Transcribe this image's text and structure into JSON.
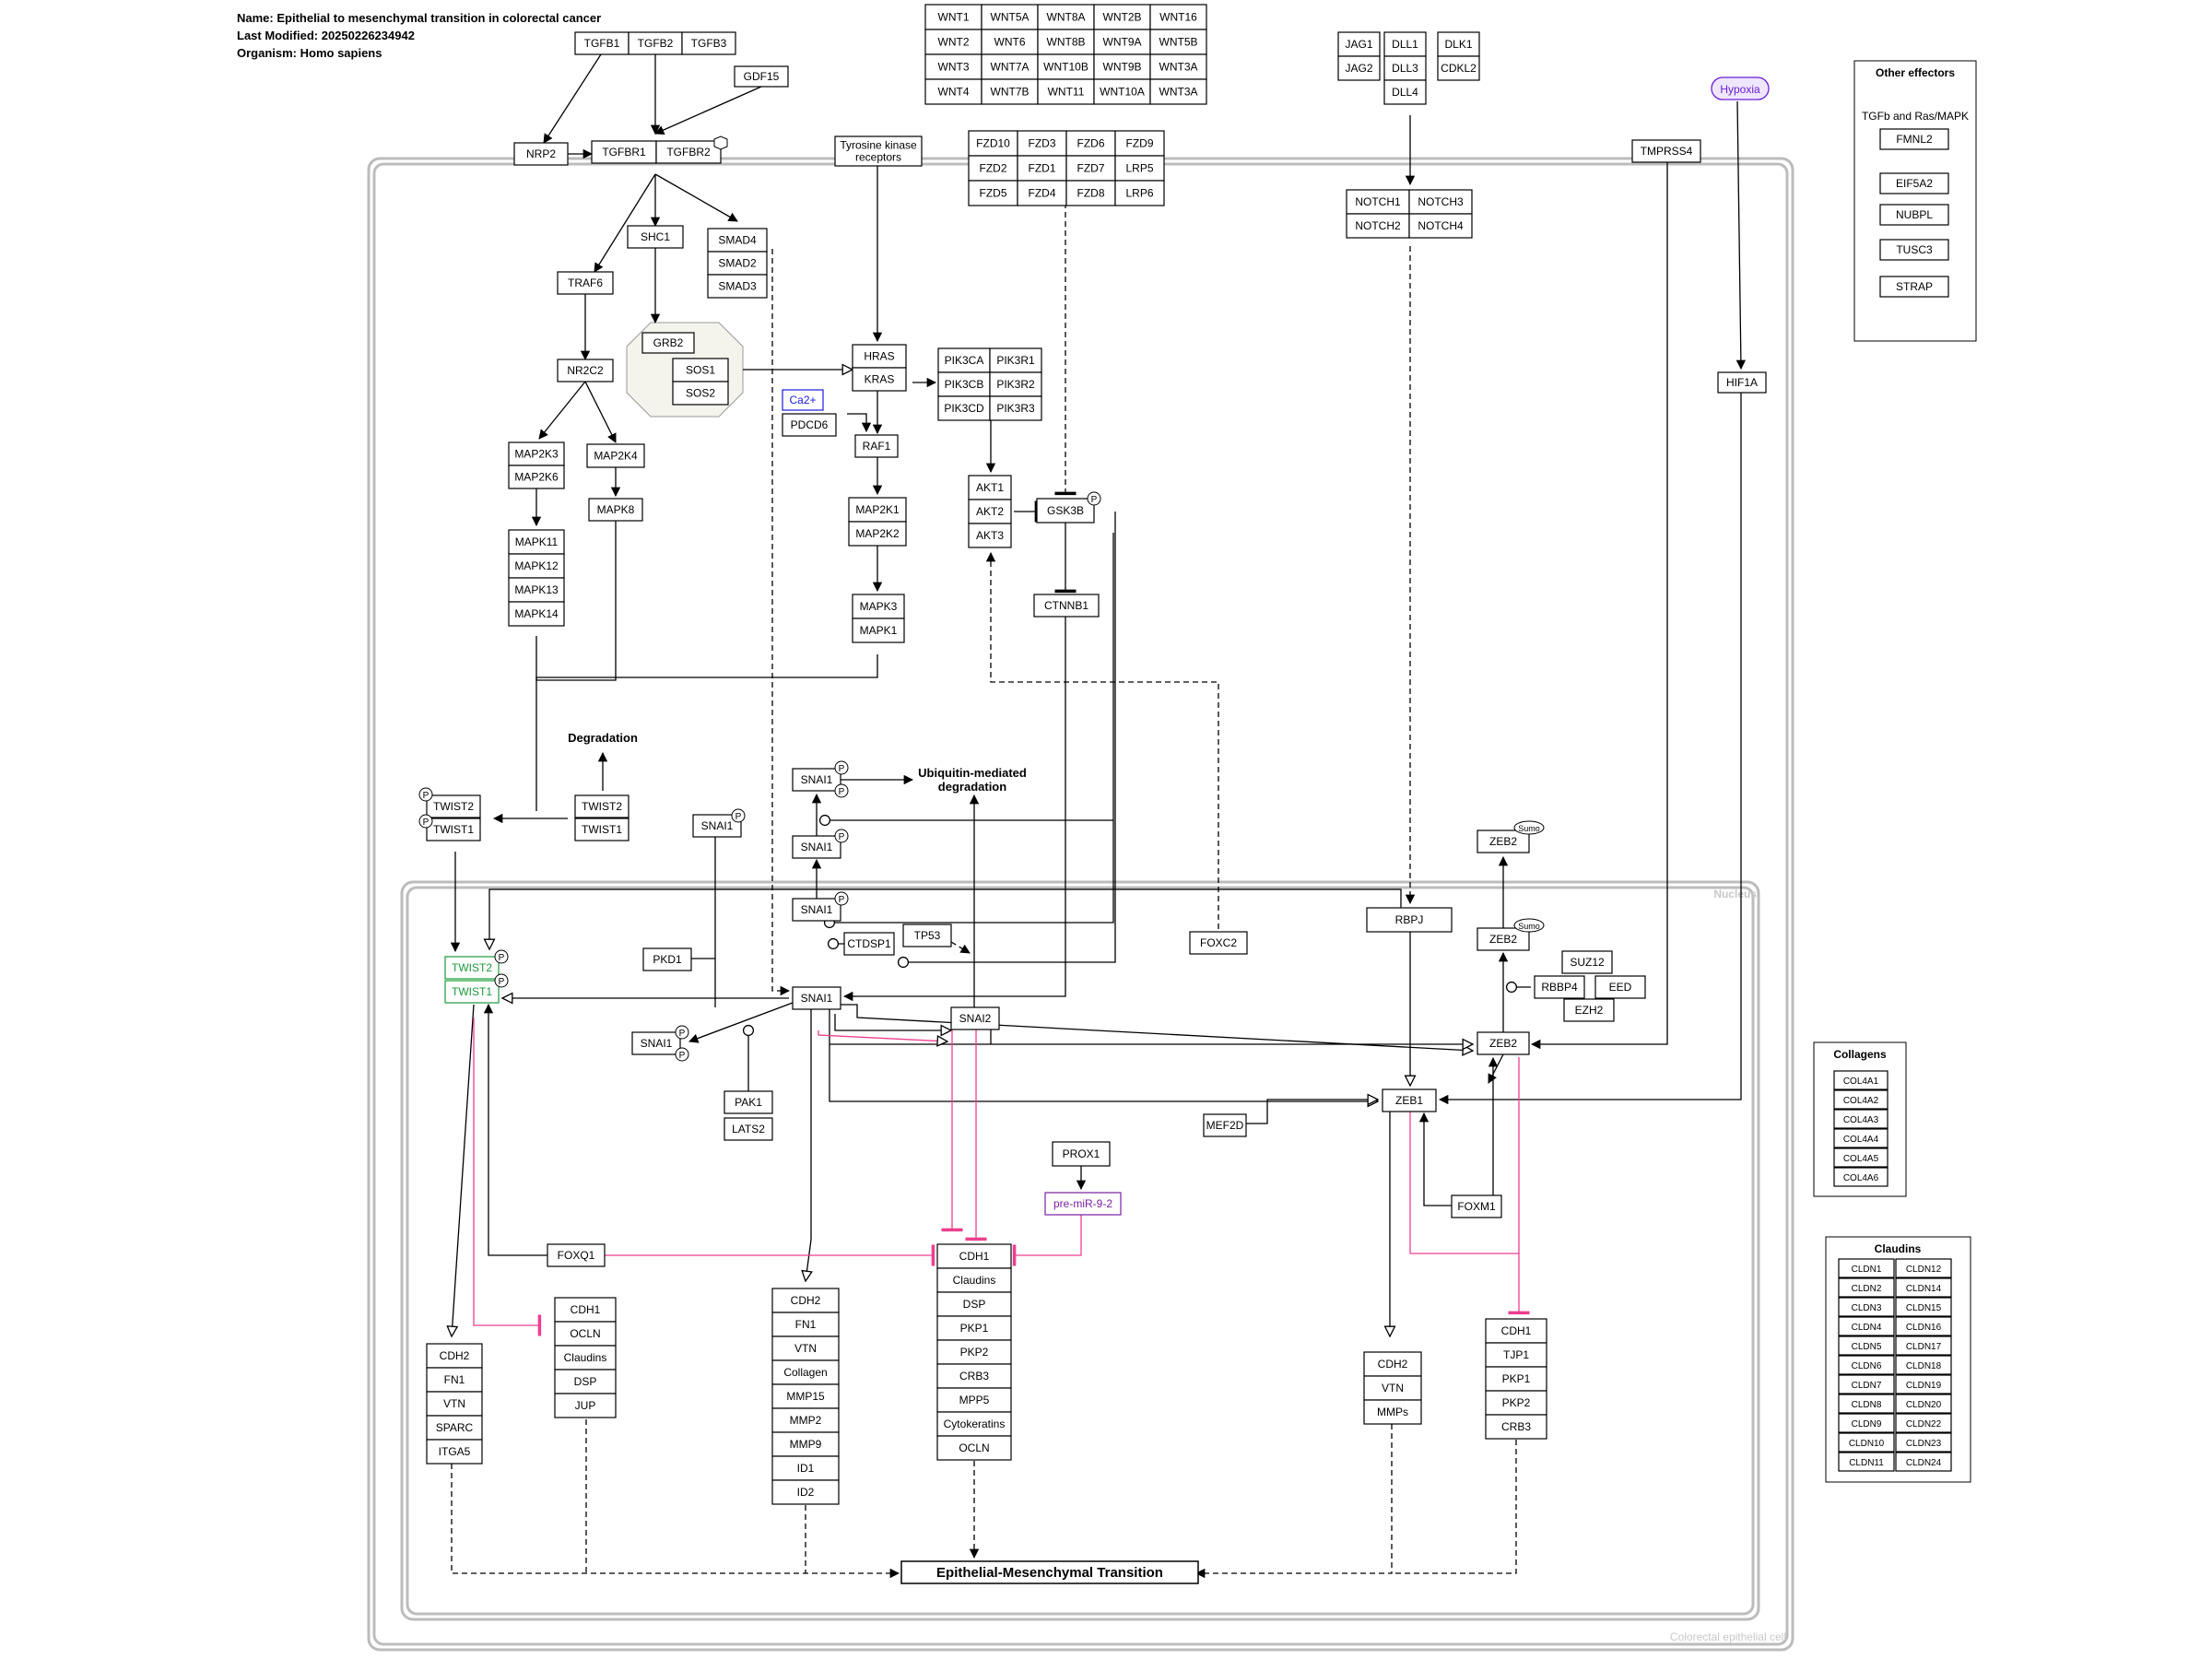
{
  "header": {
    "name": "Name: Epithelial to mesenchymal transition in colorectal cancer",
    "modified": "Last Modified: 20250226234942",
    "organism": "Organism: Homo sapiens"
  },
  "colors": {
    "line": "#000000",
    "inhibit_pink": "#ee3f8f",
    "hypoxia": "#6a1fd0",
    "twist_green": "#1a9a3a",
    "mirna": "#7a1fa2",
    "ca": "#1a1adc",
    "membrane": "#b8b8b8"
  },
  "compartments": {
    "cell_label": "Colorectal epithelial cell",
    "nucleus_label": "Nucleus"
  },
  "labels": {
    "degradation": "Degradation",
    "ubiquitin": "Ubiquitin-mediated\ndegradation",
    "emt": "Epithelial-Mesenchymal Transition",
    "other_effectors": "Other effectors",
    "tgfb_ras": "TGFb and Ras/MAPK",
    "collagens": "Collagens",
    "claudins": "Claudins",
    "hypoxia": "Hypoxia"
  },
  "genes": {
    "TGFB1": "TGFB1",
    "TGFB2": "TGFB2",
    "TGFB3": "TGFB3",
    "GDF15": "GDF15",
    "NRP2": "NRP2",
    "TGFBR1": "TGFBR1",
    "TGFBR2": "TGFBR2",
    "TKR": "Tyrosine kinase\nreceptors",
    "WNT1": "WNT1",
    "WNT5A": "WNT5A",
    "WNT8A": "WNT8A",
    "WNT2B": "WNT2B",
    "WNT16": "WNT16",
    "WNT2": "WNT2",
    "WNT6": "WNT6",
    "WNT8B": "WNT8B",
    "WNT9A": "WNT9A",
    "WNT5B": "WNT5B",
    "WNT3": "WNT3",
    "WNT7A": "WNT7A",
    "WNT10B": "WNT10B",
    "WNT9B": "WNT9B",
    "WNT3A": "WNT3A",
    "WNT4": "WNT4",
    "WNT7B": "WNT7B",
    "WNT11": "WNT11",
    "WNT10A": "WNT10A",
    "FZD10": "FZD10",
    "FZD3": "FZD3",
    "FZD6": "FZD6",
    "FZD9": "FZD9",
    "FZD2": "FZD2",
    "FZD1": "FZD1",
    "FZD7": "FZD7",
    "LRP5": "LRP5",
    "FZD5": "FZD5",
    "FZD4": "FZD4",
    "FZD8": "FZD8",
    "LRP6": "LRP6",
    "JAG1": "JAG1",
    "JAG2": "JAG2",
    "DLL1": "DLL1",
    "DLL3": "DLL3",
    "DLL4": "DLL4",
    "DLK1": "DLK1",
    "CDKL2": "CDKL2",
    "TMPRSS4": "TMPRSS4",
    "NOTCH1": "NOTCH1",
    "NOTCH3": "NOTCH3",
    "NOTCH2": "NOTCH2",
    "NOTCH4": "NOTCH4",
    "SHC1": "SHC1",
    "SMAD4": "SMAD4",
    "SMAD2": "SMAD2",
    "SMAD3": "SMAD3",
    "TRAF6": "TRAF6",
    "GRB2": "GRB2",
    "SOS1": "SOS1",
    "SOS2": "SOS2",
    "NR2C2": "NR2C2",
    "HRAS": "HRAS",
    "KRAS": "KRAS",
    "PIK3CA": "PIK3CA",
    "PIK3R1": "PIK3R1",
    "PIK3CB": "PIK3CB",
    "PIK3R2": "PIK3R2",
    "PIK3CD": "PIK3CD",
    "PIK3R3": "PIK3R3",
    "Ca2": "Ca2+",
    "PDCD6": "PDCD6",
    "RAF1": "RAF1",
    "MAP2K3": "MAP2K3",
    "MAP2K6": "MAP2K6",
    "MAP2K4": "MAP2K4",
    "MAPK8": "MAPK8",
    "MAP2K1": "MAP2K1",
    "MAP2K2": "MAP2K2",
    "AKT1": "AKT1",
    "AKT2": "AKT2",
    "AKT3": "AKT3",
    "GSK3B": "GSK3B",
    "CTNNB1": "CTNNB1",
    "MAPK11": "MAPK11",
    "MAPK12": "MAPK12",
    "MAPK13": "MAPK13",
    "MAPK14": "MAPK14",
    "MAPK3": "MAPK3",
    "MAPK1": "MAPK1",
    "HIF1A": "HIF1A",
    "TWIST2c": "TWIST2",
    "TWIST1c": "TWIST1",
    "TWIST2d": "TWIST2",
    "TWIST1d": "TWIST1",
    "SNAI1a": "SNAI1",
    "SNAI1b": "SNAI1",
    "SNAI1c": "SNAI1",
    "SNAI1d": "SNAI1",
    "SNAI1e": "SNAI1",
    "SNAI1f": "SNAI1",
    "ZEB2a": "ZEB2",
    "ZEB2b": "ZEB2",
    "ZEB2c": "ZEB2",
    "FOXC2": "FOXC2",
    "RBPJ": "RBPJ",
    "TP53": "TP53",
    "CTDSP1": "CTDSP1",
    "PKD1": "PKD1",
    "SUZ12": "SUZ12",
    "RBBP4": "RBBP4",
    "EED": "EED",
    "EZH2": "EZH2",
    "TWIST2n": "TWIST2",
    "TWIST1n": "TWIST1",
    "SNAI2": "SNAI2",
    "PAK1": "PAK1",
    "LATS2": "LATS2",
    "MEF2D": "MEF2D",
    "ZEB1": "ZEB1",
    "PROX1": "PROX1",
    "mir": "pre-miR-9-2",
    "FOXM1": "FOXM1",
    "FOXQ1": "FOXQ1",
    "g1_CDH2": "CDH2",
    "g1_FN1": "FN1",
    "g1_VTN": "VTN",
    "g1_SPARC": "SPARC",
    "g1_ITGA5": "ITGA5",
    "g2_CDH1": "CDH1",
    "g2_OCLN": "OCLN",
    "g2_Claudins": "Claudins",
    "g2_DSP": "DSP",
    "g2_JUP": "JUP",
    "g3_CDH2": "CDH2",
    "g3_FN1": "FN1",
    "g3_VTN": "VTN",
    "g3_Collagen": "Collagen",
    "g3_MMP15": "MMP15",
    "g3_MMP2": "MMP2",
    "g3_MMP9": "MMP9",
    "g3_ID1": "ID1",
    "g3_ID2": "ID2",
    "g4_CDH1": "CDH1",
    "g4_Claudins": "Claudins",
    "g4_DSP": "DSP",
    "g4_PKP1": "PKP1",
    "g4_PKP2": "PKP2",
    "g4_CRB3": "CRB3",
    "g4_MPP5": "MPP5",
    "g4_Cyto": "Cytokeratins",
    "g4_OCLN": "OCLN",
    "g5_CDH2": "CDH2",
    "g5_VTN": "VTN",
    "g5_MMPs": "MMPs",
    "g6_CDH1": "CDH1",
    "g6_TJP1": "TJP1",
    "g6_PKP1": "PKP1",
    "g6_PKP2": "PKP2",
    "g6_CRB3": "CRB3",
    "FMNL2": "FMNL2",
    "EIF5A2": "EIF5A2",
    "NUBPL": "NUBPL",
    "TUSC3": "TUSC3",
    "STRAP": "STRAP",
    "COL4A1": "COL4A1",
    "COL4A2": "COL4A2",
    "COL4A3": "COL4A3",
    "COL4A4": "COL4A4",
    "COL4A5": "COL4A5",
    "COL4A6": "COL4A6",
    "CLDN1": "CLDN1",
    "CLDN12": "CLDN12",
    "CLDN2": "CLDN2",
    "CLDN14": "CLDN14",
    "CLDN3": "CLDN3",
    "CLDN15": "CLDN15",
    "CLDN4": "CLDN4",
    "CLDN16": "CLDN16",
    "CLDN5": "CLDN5",
    "CLDN17": "CLDN17",
    "CLDN6": "CLDN6",
    "CLDN18": "CLDN18",
    "CLDN7": "CLDN7",
    "CLDN19": "CLDN19",
    "CLDN8": "CLDN8",
    "CLDN20": "CLDN20",
    "CLDN9": "CLDN9",
    "CLDN22": "CLDN22",
    "CLDN10": "CLDN10",
    "CLDN23": "CLDN23",
    "CLDN11": "CLDN11",
    "CLDN24": "CLDN24"
  },
  "state_labels": {
    "P": "P",
    "Sumo": "Sumo"
  }
}
